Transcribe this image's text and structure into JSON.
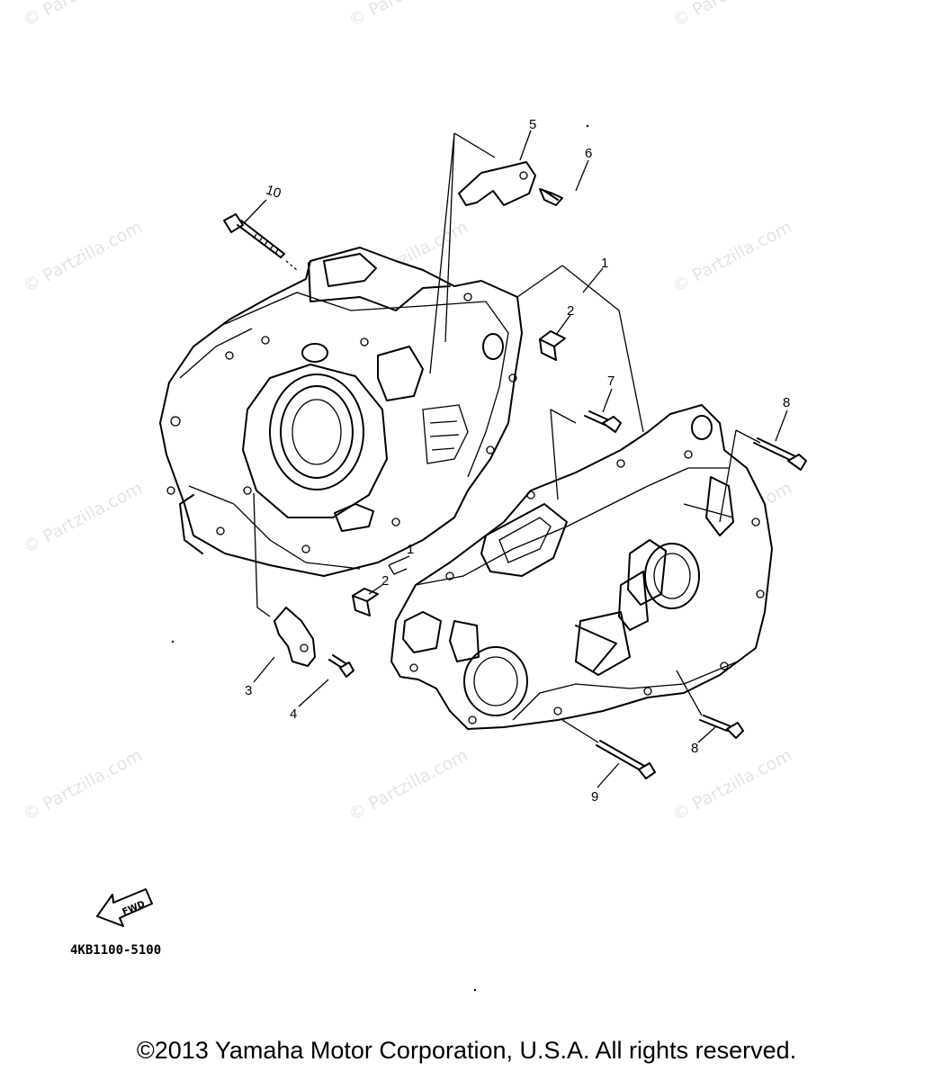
{
  "watermark": "© Partzilla.com",
  "parts": [
    {
      "number": "1"
    },
    {
      "number": "2"
    },
    {
      "number": "3"
    },
    {
      "number": "4"
    },
    {
      "number": "5"
    },
    {
      "number": "6"
    },
    {
      "number": "7"
    },
    {
      "number": "8"
    },
    {
      "number": "9"
    },
    {
      "number": "10"
    }
  ],
  "callouts": {
    "c10": "10",
    "c5": "5",
    "c6": "6",
    "c1_top": "1",
    "c2_top": "2",
    "c7": "7",
    "c8_top": "8",
    "c1_mid": "1",
    "c2_mid": "2",
    "c3": "3",
    "c4": "4",
    "c8_bot": "8",
    "c9": "9"
  },
  "fwd_label": "FWD",
  "diagram_code": "4KB1100-5100",
  "copyright": "©2013 Yamaha Motor Corporation, U.S.A. All rights reserved."
}
